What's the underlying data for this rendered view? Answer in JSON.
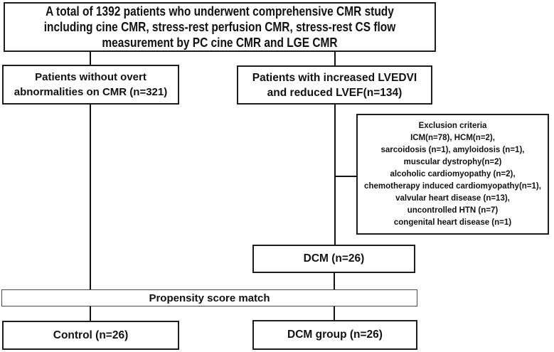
{
  "figure": {
    "type": "patient-flow-diagram",
    "background_color": "#ffffff",
    "line_color": "#111111",
    "boxes": {
      "total": {
        "lines": "A total of 1392 patients who underwent comprehensive CMR study\nincluding cine CMR, stress-rest perfusion CMR, stress-rest CS flow\nmeasurement by PC cine CMR and LGE CMR"
      },
      "no_overt": {
        "lines": "Patients without overt\nabnormalities on CMR (n=321)"
      },
      "increased_lvedvi": {
        "lines": "Patients with increased LVEDVI\nand reduced LVEF(n=134)"
      },
      "exclusion": {
        "lines": "Exclusion criteria\nICM(n=78), HCM(n=2),\nsarcoidosis (n=1), amyloidosis (n=1),\nmuscular dystrophy(n=2)\nalcoholic cardiomyopathy (n=2),\nchemotherapy induced cardiomyopathy(n=1),\nvalvular heart disease (n=13),\nuncontrolled HTN (n=7)\ncongenital heart disease (n=1)"
      },
      "dcm": {
        "label": "DCM (n=26)"
      },
      "propensity": {
        "label": "Propensity score match"
      },
      "control": {
        "label": "Control (n=26)"
      },
      "dcm_group": {
        "label": "DCM group (n=26)"
      }
    }
  }
}
